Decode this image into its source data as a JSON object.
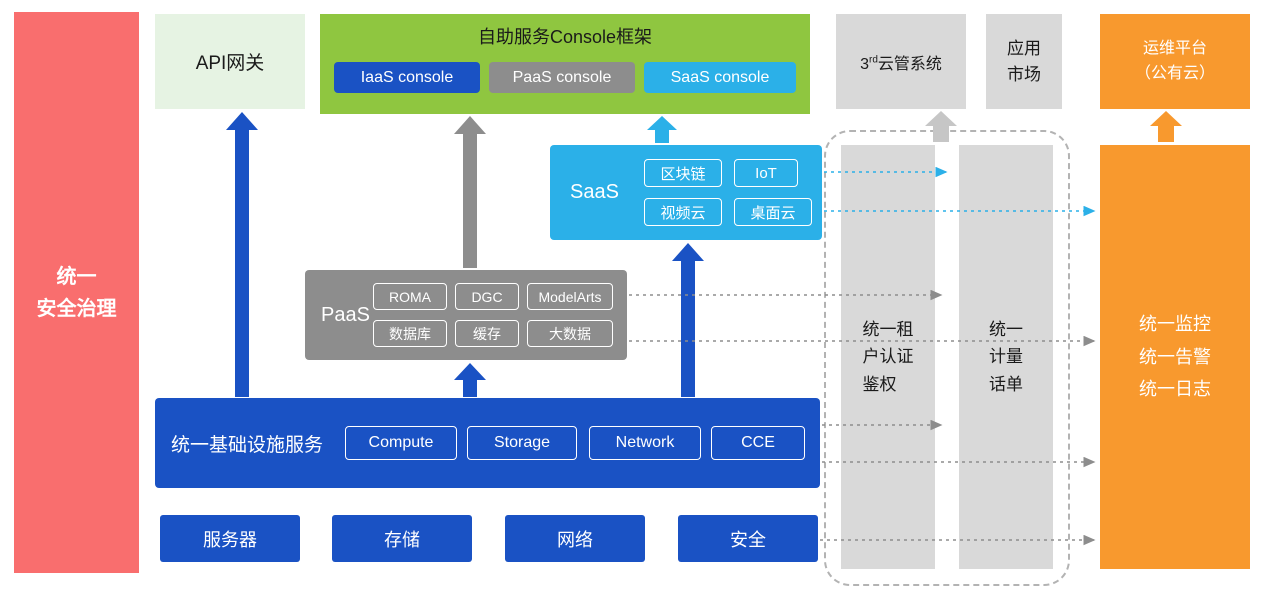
{
  "colors": {
    "security_red": "#f96e6e",
    "api_gateway_green": "#e6f3e3",
    "console_green": "#8fc640",
    "primary_blue": "#1a52c4",
    "paas_gray": "#8d8d8d",
    "panel_light_gray": "#d9d9d9",
    "saas_cyan": "#2bb0e8",
    "om_orange": "#f8992e"
  },
  "security_bar": {
    "label": "统一\n安全治理"
  },
  "api_gateway": {
    "label": "API网关"
  },
  "console_framework": {
    "title": "自助服务Console框架",
    "consoles": [
      {
        "label": "IaaS console"
      },
      {
        "label": "PaaS console"
      },
      {
        "label": "SaaS console"
      }
    ]
  },
  "third_party_cms": {
    "num": "3",
    "sup": "rd",
    "rest": "云管系统"
  },
  "app_market": {
    "label": "应用\n市场"
  },
  "om_platform": {
    "label": "运维平台\n（公有云）"
  },
  "saas": {
    "label": "SaaS",
    "badges": [
      "区块链",
      "IoT",
      "视频云",
      "桌面云"
    ]
  },
  "paas": {
    "label": "PaaS",
    "badges": [
      "ROMA",
      "DGC",
      "ModelArts",
      "数据库",
      "缓存",
      "大数据"
    ]
  },
  "iaas": {
    "label": "统一基础设施服务",
    "badges": [
      "Compute",
      "Storage",
      "Network",
      "CCE"
    ]
  },
  "hardware": {
    "items": [
      "服务器",
      "存储",
      "网络",
      "安全"
    ]
  },
  "auth_bar": {
    "label": "统一租\n户认证\n鉴权"
  },
  "metering_bar": {
    "label": "统一\n计量\n话单"
  },
  "monitor_bar": {
    "label": "统一监控\n统一告警\n统一日志"
  }
}
